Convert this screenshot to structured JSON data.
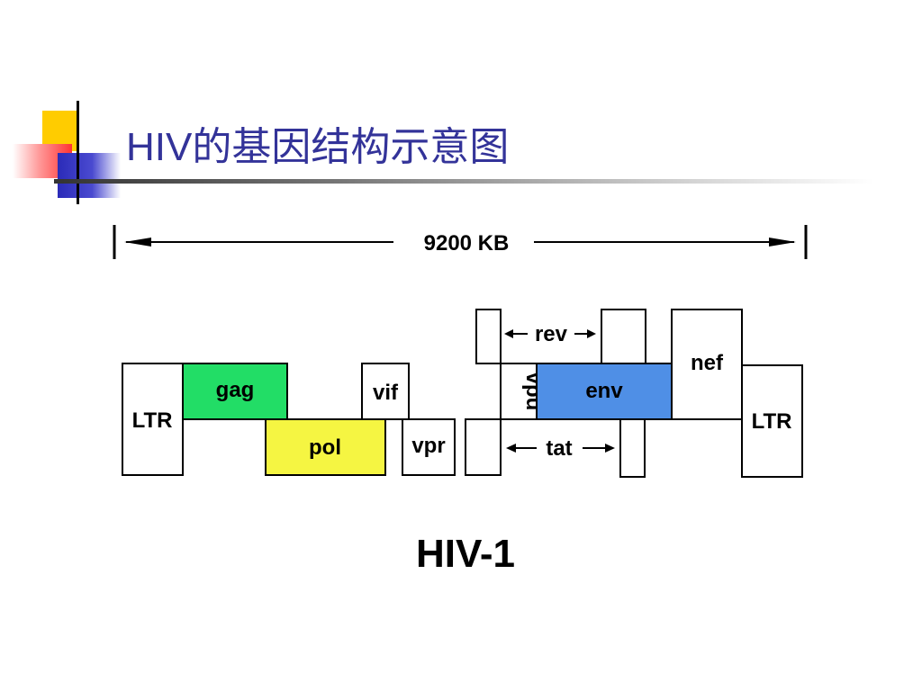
{
  "slide": {
    "title": "HIV的基因结构示意图"
  },
  "diagram": {
    "length_label": "9200 KB",
    "caption": "HIV-1",
    "genes": {
      "ltr_left": "LTR",
      "gag": "gag",
      "pol": "pol",
      "vif": "vif",
      "vpr": "vpr",
      "vpu": "vpu",
      "rev": "rev",
      "tat": "tat",
      "env": "env",
      "nef": "nef",
      "ltr_right": "LTR"
    },
    "colors": {
      "gag": "#22dd66",
      "pol": "#f5f542",
      "env": "#4f8fe6",
      "title": "#333399"
    }
  }
}
